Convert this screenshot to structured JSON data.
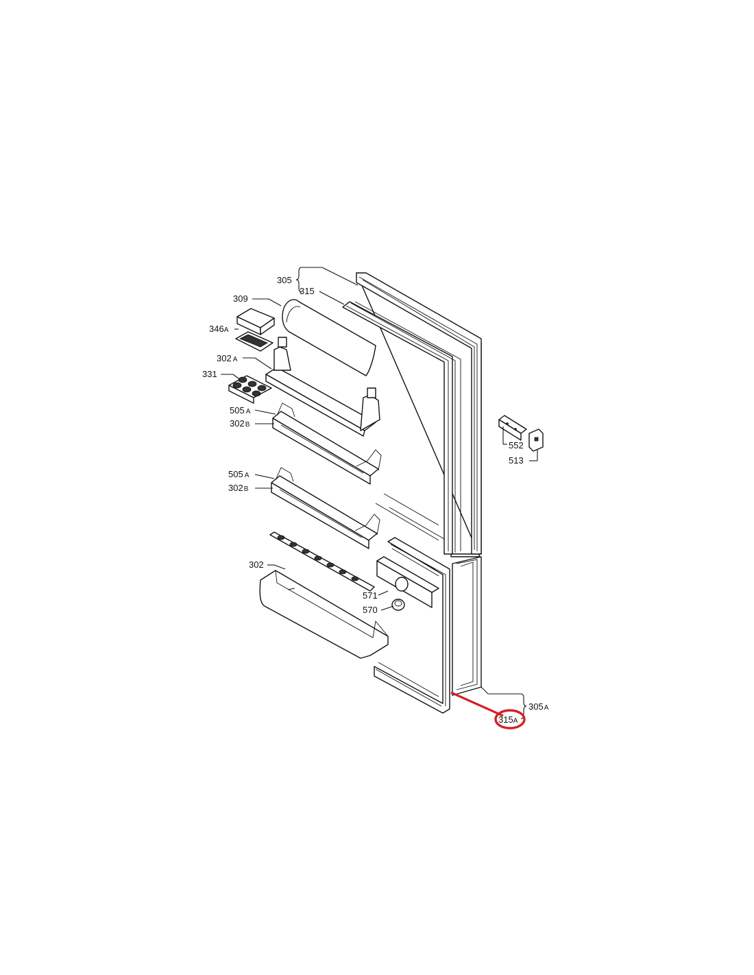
{
  "diagram": {
    "labels": [
      {
        "id": "305",
        "num": "305",
        "suffix": ""
      },
      {
        "id": "315",
        "num": "315",
        "suffix": ""
      },
      {
        "id": "309",
        "num": "309",
        "suffix": ""
      },
      {
        "id": "346a",
        "num": "346",
        "suffix": "A"
      },
      {
        "id": "302a",
        "num": "302",
        "suffix": "A"
      },
      {
        "id": "331",
        "num": "331",
        "suffix": ""
      },
      {
        "id": "505a-1",
        "num": "505",
        "suffix": "A"
      },
      {
        "id": "302b-1",
        "num": "302",
        "suffix": "B"
      },
      {
        "id": "505a-2",
        "num": "505",
        "suffix": "A"
      },
      {
        "id": "302b-2",
        "num": "302",
        "suffix": "B"
      },
      {
        "id": "302",
        "num": "302",
        "suffix": ""
      },
      {
        "id": "571",
        "num": "571",
        "suffix": ""
      },
      {
        "id": "570",
        "num": "570",
        "suffix": ""
      },
      {
        "id": "552",
        "num": "552",
        "suffix": ""
      },
      {
        "id": "513",
        "num": "513",
        "suffix": ""
      },
      {
        "id": "305a",
        "num": "305",
        "suffix": "A"
      },
      {
        "id": "315a",
        "num": "315",
        "suffix": "A"
      }
    ],
    "highlight": {
      "part": "315A",
      "color": "#d42027"
    }
  }
}
